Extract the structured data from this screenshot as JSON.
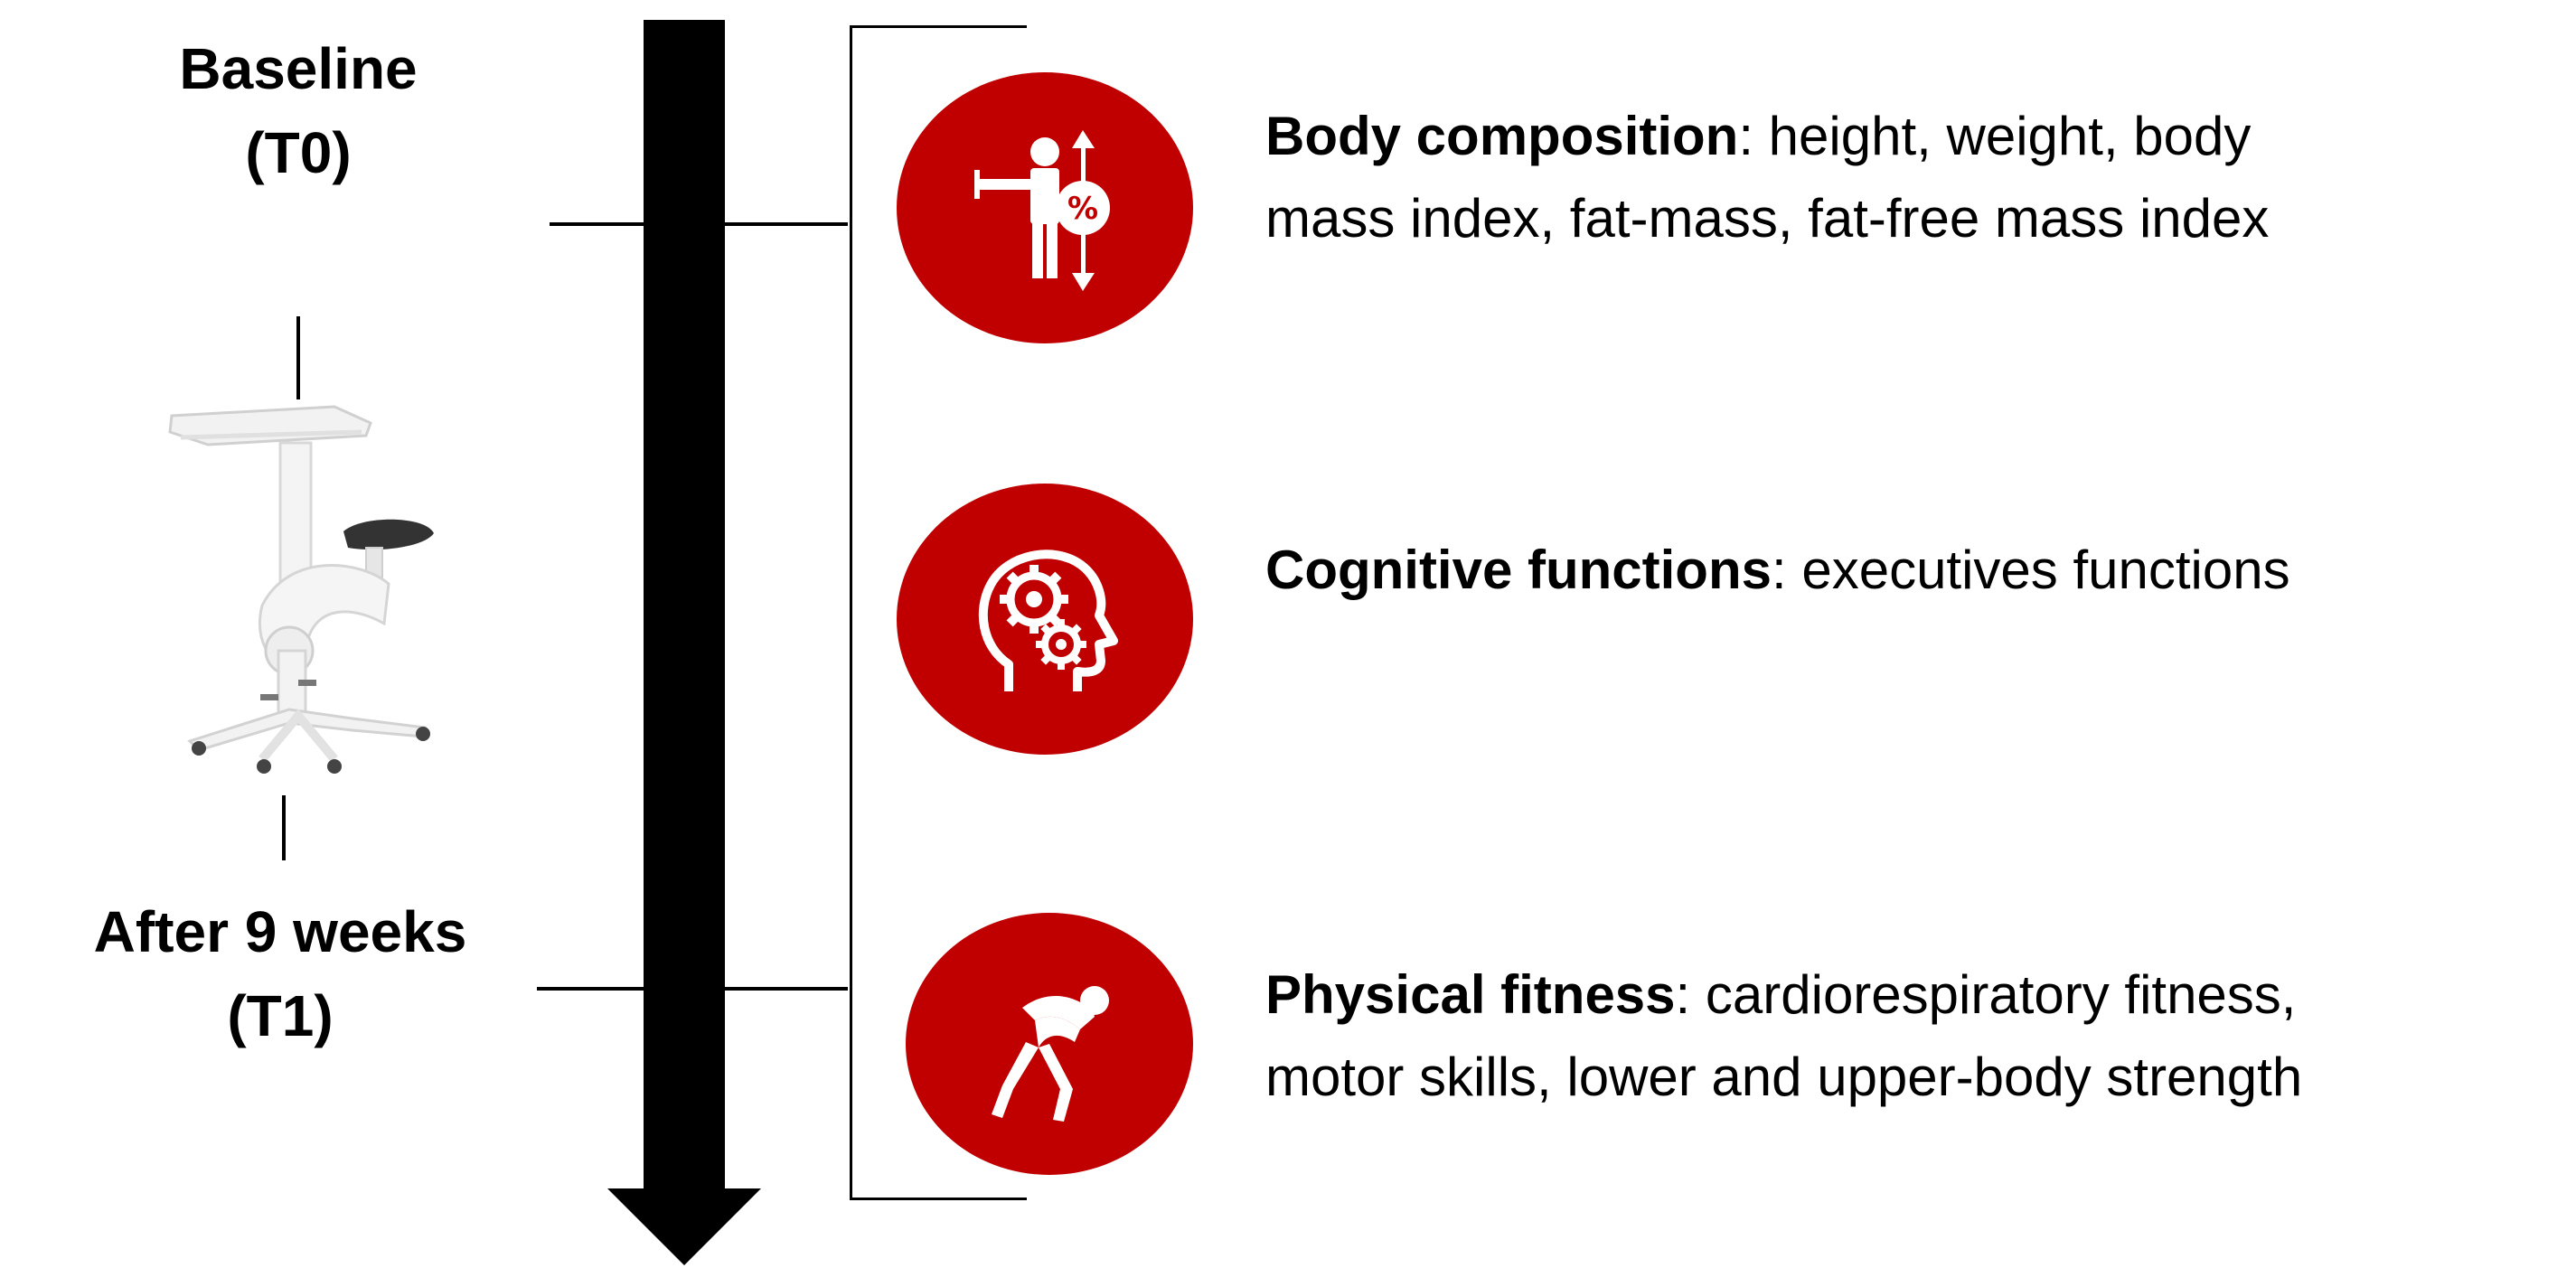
{
  "timepoints": {
    "baseline": {
      "label": "Baseline",
      "code": "(T0)"
    },
    "followup": {
      "label": "After 9 weeks",
      "code": "(T1)"
    }
  },
  "colors": {
    "accent": "#c00000",
    "line": "#000000",
    "background": "#ffffff"
  },
  "outcomes": [
    {
      "icon": "body-composition-icon",
      "title": "Body composition",
      "separator": ":",
      "line1": " height, weight, body",
      "line2": "mass index, fat-mass, fat-free mass index"
    },
    {
      "icon": "brain-gears-icon",
      "title": "Cognitive functions",
      "separator": ":",
      "line1": " executives functions",
      "line2": ""
    },
    {
      "icon": "stretching-person-icon",
      "title": "Physical fitness",
      "separator": ":",
      "line1": " cardiorespiratory fitness,",
      "line2": "motor skills, lower and upper-body strength"
    }
  ],
  "desk_bike_image": "desk-bike-image"
}
